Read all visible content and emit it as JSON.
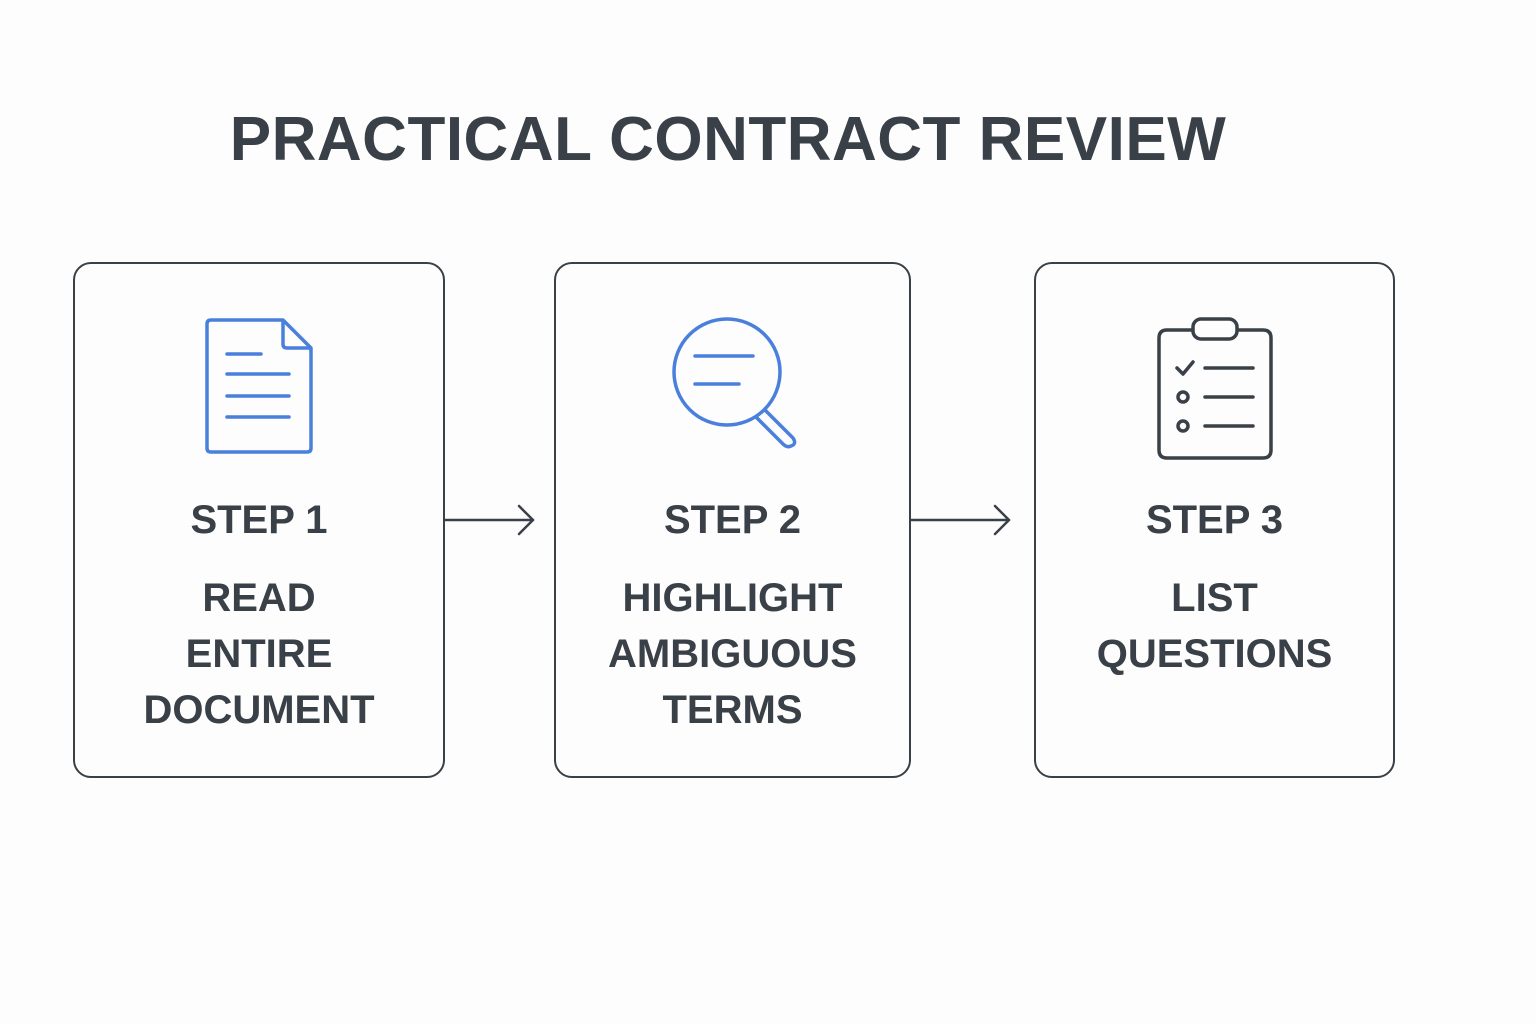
{
  "title": "PRACTICAL CONTRACT REVIEW",
  "colors": {
    "text": "#3a4047",
    "accent": "#4a7fdc",
    "outline": "#3a4047"
  },
  "steps": [
    {
      "label": "STEP 1",
      "icon": "document-icon",
      "lines": [
        "READ",
        "ENTIRE",
        "DOCUMENT"
      ]
    },
    {
      "label": "STEP 2",
      "icon": "magnifier-icon",
      "lines": [
        "HIGHLIGHT",
        "AMBIGUOUS",
        "TERMS"
      ]
    },
    {
      "label": "STEP 3",
      "icon": "checklist-icon",
      "lines": [
        "LIST",
        "QUESTIONS"
      ]
    }
  ]
}
